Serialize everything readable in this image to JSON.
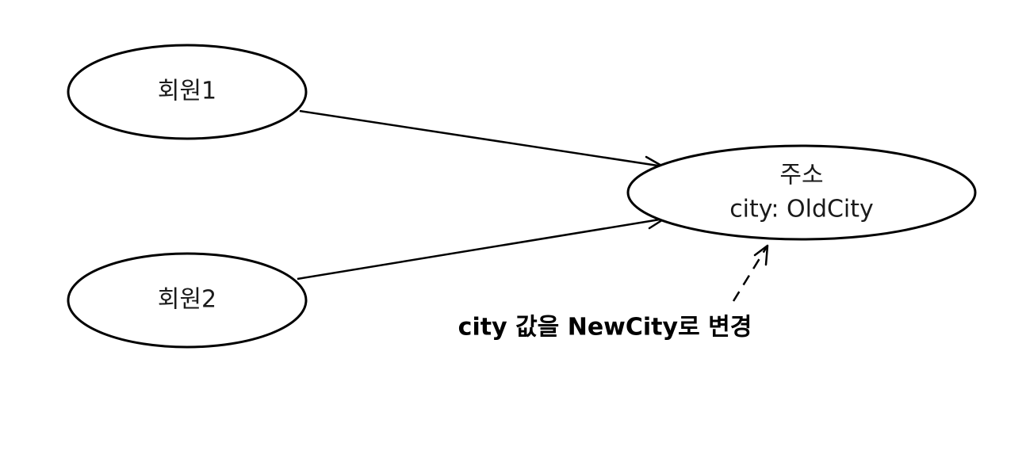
{
  "nodes": {
    "member1": {
      "label": "회원1"
    },
    "member2": {
      "label": "회원2"
    },
    "address": {
      "title": "주소",
      "field": "city: OldCity"
    }
  },
  "annotation": {
    "text": "city 값을 NewCity로 변경"
  }
}
